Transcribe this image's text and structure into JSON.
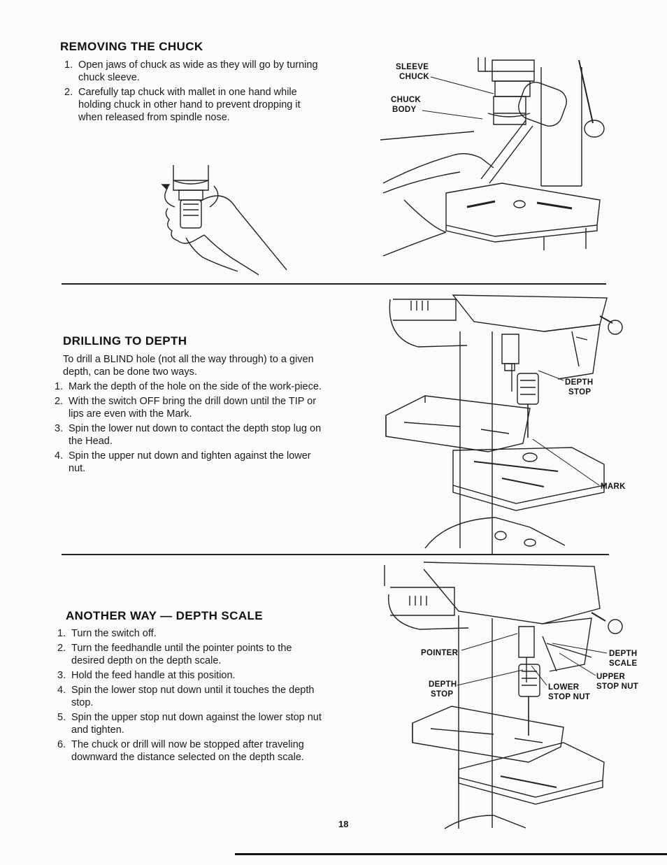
{
  "section1": {
    "title": "REMOVING THE CHUCK",
    "steps": [
      "Open jaws of chuck as wide as they will go by turning chuck sleeve.",
      "Carefully tap chuck with mallet in one hand while holding chuck in other hand to prevent dropping it when released from spindle nose."
    ],
    "labels": {
      "sleeve": "SLEEVE",
      "chuck": "CHUCK",
      "chuck_body_1": "CHUCK",
      "chuck_body_2": "BODY"
    }
  },
  "section2": {
    "title": "DRILLING TO DEPTH",
    "intro": "To drill a BLIND hole (not all the way through) to a given depth, can be done two ways.",
    "steps": [
      "Mark the depth of the hole on the side of the work-piece.",
      "With the switch OFF bring the drill down until the TIP or lips are even with the Mark.",
      "Spin the lower nut down to contact the depth stop lug on the Head.",
      "Spin the upper nut down and tighten against the lower nut."
    ],
    "labels": {
      "depth": "DEPTH",
      "stop": "STOP",
      "mark": "MARK"
    }
  },
  "section3": {
    "title": "ANOTHER WAY — DEPTH SCALE",
    "steps": [
      "Turn the switch off.",
      "Turn the feedhandle until the pointer points to the desired depth on the depth scale.",
      "Hold the feed handle at this position.",
      "Spin the lower stop nut down until it touches the depth stop.",
      "Spin the upper stop nut down against the lower stop nut and tighten.",
      "The chuck or drill will now be stopped after traveling downward the distance selected on the depth scale."
    ],
    "labels": {
      "pointer": "POINTER",
      "depth_stop_1": "DEPTH",
      "depth_stop_2": "STOP",
      "depth_scale_1": "DEPTH",
      "depth_scale_2": "SCALE",
      "upper_1": "UPPER",
      "upper_2": "STOP NUT",
      "lower_1": "LOWER",
      "lower_2": "STOP NUT"
    }
  },
  "page_number": "18"
}
